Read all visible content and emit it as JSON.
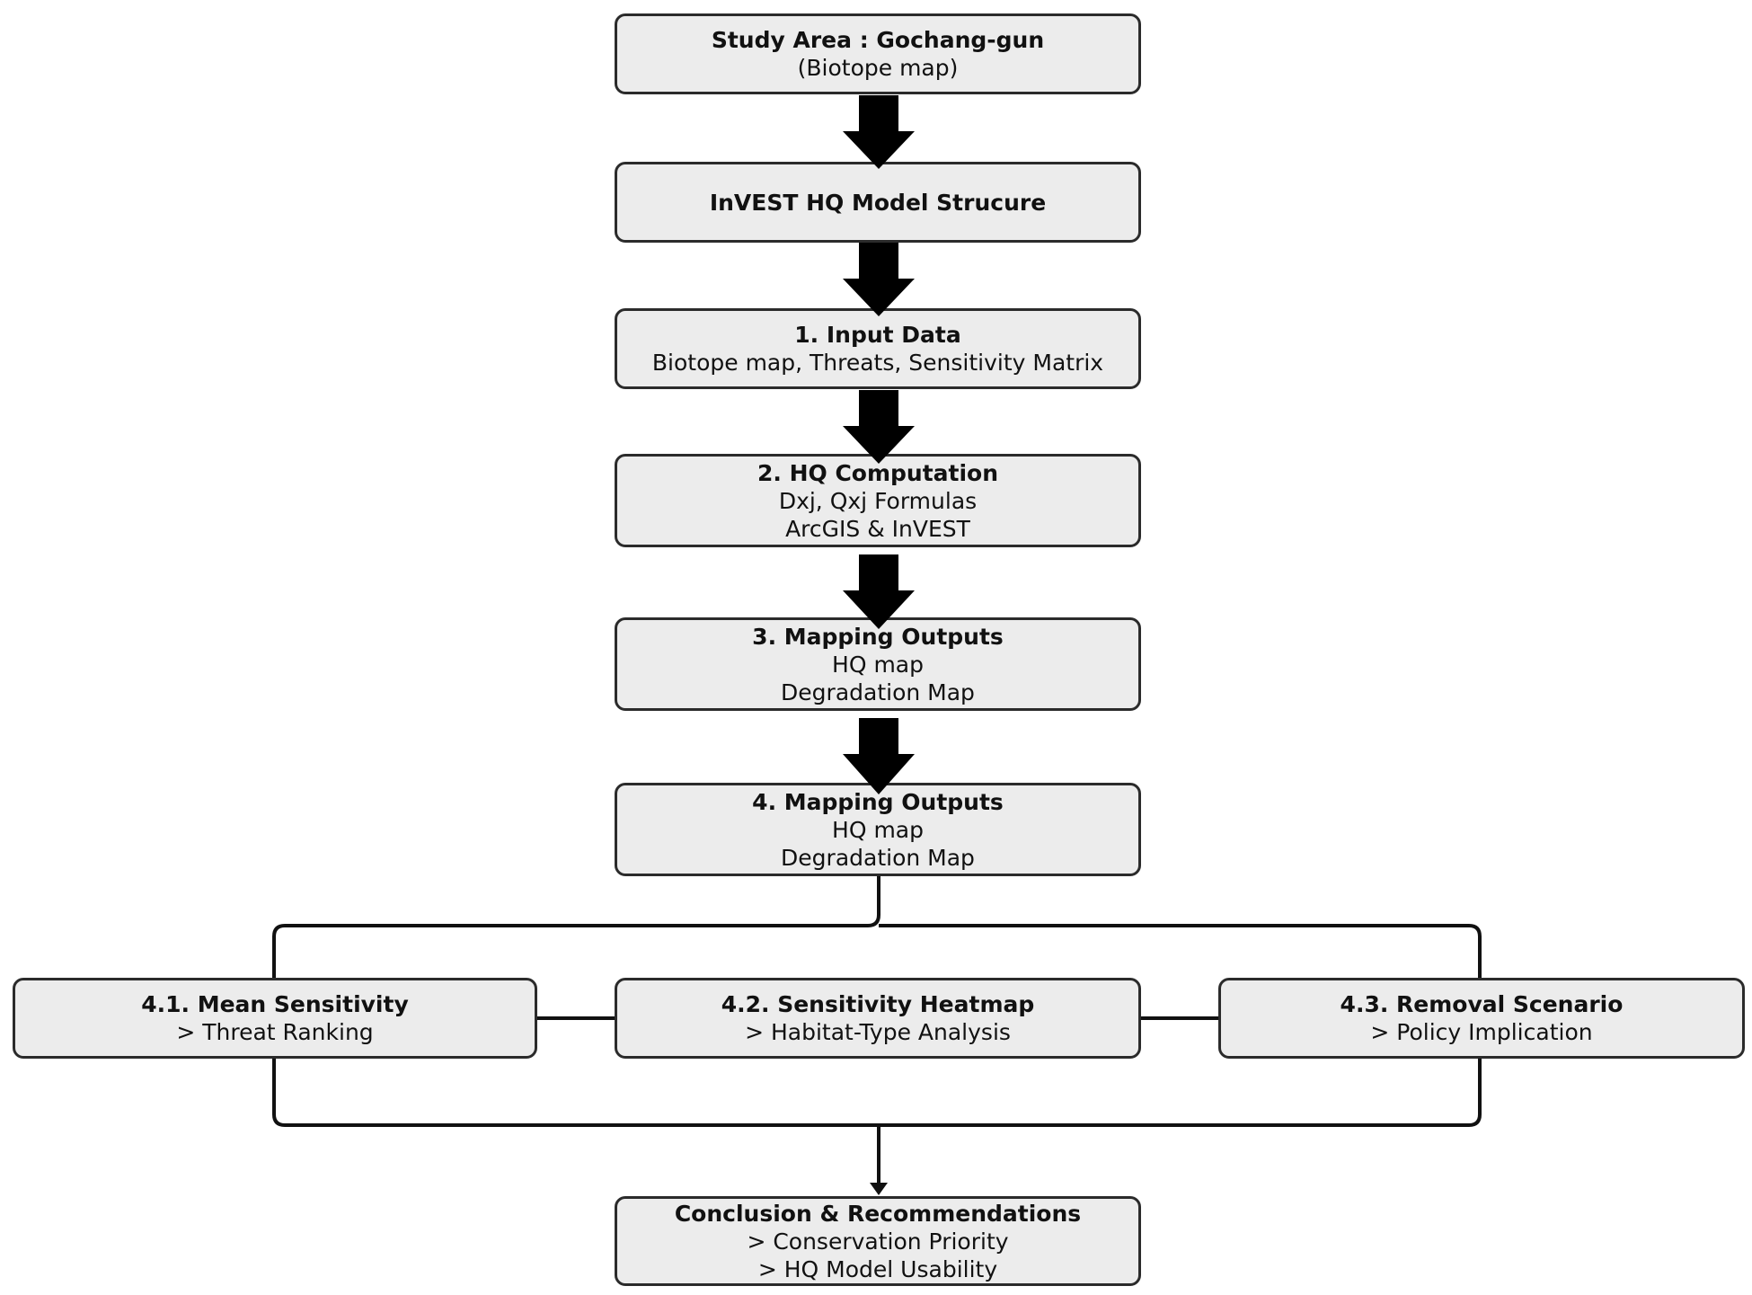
{
  "colors": {
    "box_fill": "#ececec",
    "box_border": "#2b2b2b",
    "line": "#111111",
    "text": "#111111"
  },
  "nodes": {
    "study_area": {
      "line1": "Study Area : Gochang-gun",
      "line2": "(Biotope map)"
    },
    "model_structure": {
      "line1": "InVEST HQ Model Strucure"
    },
    "input_data": {
      "line1": "1. Input Data",
      "line2": "Biotope map, Threats, Sensitivity Matrix"
    },
    "hq_computation": {
      "line1": "2. HQ Computation",
      "line2": "Dxj, Qxj Formulas",
      "line3": "ArcGIS & InVEST"
    },
    "mapping_outputs_3": {
      "line1": "3. Mapping Outputs",
      "line2": "HQ map",
      "line3": "Degradation Map"
    },
    "mapping_outputs_4": {
      "line1": "4. Mapping Outputs",
      "line2": "HQ map",
      "line3": "Degradation Map"
    },
    "mean_sensitivity": {
      "line1": "4.1. Mean Sensitivity",
      "line2": "> Threat Ranking"
    },
    "sensitivity_heatmap": {
      "line1": "4.2. Sensitivity Heatmap",
      "line2": "> Habitat-Type Analysis"
    },
    "removal_scenario": {
      "line1": "4.3. Removal Scenario",
      "line2": "> Policy Implication"
    },
    "conclusion": {
      "line1": "Conclusion & Recommendations",
      "line2": "> Conservation Priority",
      "line3": "> HQ Model Usability"
    }
  }
}
